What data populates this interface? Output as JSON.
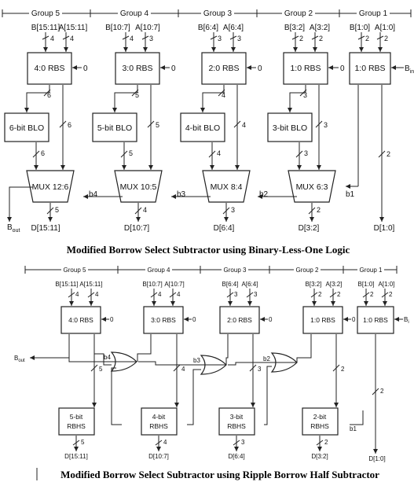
{
  "diagram1": {
    "groups": [
      "Group 5",
      "Group 4",
      "Group 3",
      "Group 2",
      "Group 1"
    ],
    "inputs": {
      "g5": [
        "B[15:11]",
        "A[15:11]"
      ],
      "g4": [
        "B[10:7]",
        "A[10:7]"
      ],
      "g3": [
        "B[6:4]",
        "A[6:4]"
      ],
      "g2": [
        "B[3:2]",
        "A[3:2]"
      ],
      "g1": [
        "B[1:0]",
        "A[1:0]"
      ]
    },
    "input_widths": [
      "4",
      "4",
      "4",
      "3",
      "3",
      "3",
      "2",
      "2"
    ],
    "rbs": [
      "4:0 RBS",
      "3:0 RBS",
      "2:0 RBS",
      "1:0 RBS",
      "1:0 RBS"
    ],
    "zero": "0",
    "bin": "B",
    "bin_sub": "in",
    "blo": [
      "6-bit BLO",
      "5-bit BLO",
      "4-bit BLO",
      "3-bit BLO"
    ],
    "mux": [
      "MUX 12:6",
      "MUX 10:5",
      "MUX 8:4",
      "MUX 6:3"
    ],
    "mux_widths": [
      "6",
      "6",
      "6",
      "5",
      "5",
      "5",
      "4",
      "4",
      "4",
      "3",
      "3",
      "3"
    ],
    "borrows": [
      "b4",
      "b3",
      "b2",
      "b1"
    ],
    "bout": "B",
    "bout_sub": "out",
    "outputs": [
      "D[15:11]",
      "D[10:7]",
      "D[6:4]",
      "D[3:2]",
      "D[1:0]"
    ],
    "out_widths": [
      "5",
      "4",
      "3",
      "2",
      "2",
      "2"
    ],
    "caption": "Modified Borrow Select Subtractor using Binary-Less-One Logic"
  },
  "diagram2": {
    "groups": [
      "Group 5",
      "Group 4",
      "Group 3",
      "Group 2",
      "Group 1"
    ],
    "inputs": {
      "g5": [
        "B[15:11]",
        "A[15:11]"
      ],
      "g4": [
        "B[10:7]",
        "A[10:7]"
      ],
      "g3": [
        "B[6:4]",
        "A[6:4]"
      ],
      "g2": [
        "B[3:2]",
        "A[3:2]"
      ],
      "g1": [
        "B[1:0]",
        "A[1:0]"
      ]
    },
    "input_widths": [
      "4",
      "4",
      "4",
      "4",
      "3",
      "3",
      "2",
      "2",
      "2",
      "2"
    ],
    "rbs": [
      "4:0 RBS",
      "3:0 RBS",
      "2:0 RBS",
      "1:0 RBS",
      "1:0 RBS"
    ],
    "zero": "0",
    "bin": "B",
    "bin_sub": "i",
    "rbhs_top": [
      "5-bit",
      "4-bit",
      "3-bit",
      "2-bit"
    ],
    "rbhs_bottom": "RBHS",
    "borrows": [
      "b4",
      "b3",
      "b2",
      "b1"
    ],
    "bout": "B",
    "bout_sub": "out",
    "outputs": [
      "D[15:11]",
      "D[10:7]",
      "D[6:4]",
      "D[3:2]",
      "D[1:0]"
    ],
    "widths": [
      "5",
      "5",
      "4",
      "4",
      "3",
      "3",
      "2",
      "2",
      "2",
      "2"
    ],
    "caption": "Modified Borrow Select Subtractor using Ripple Borrow Half Subtractor"
  }
}
